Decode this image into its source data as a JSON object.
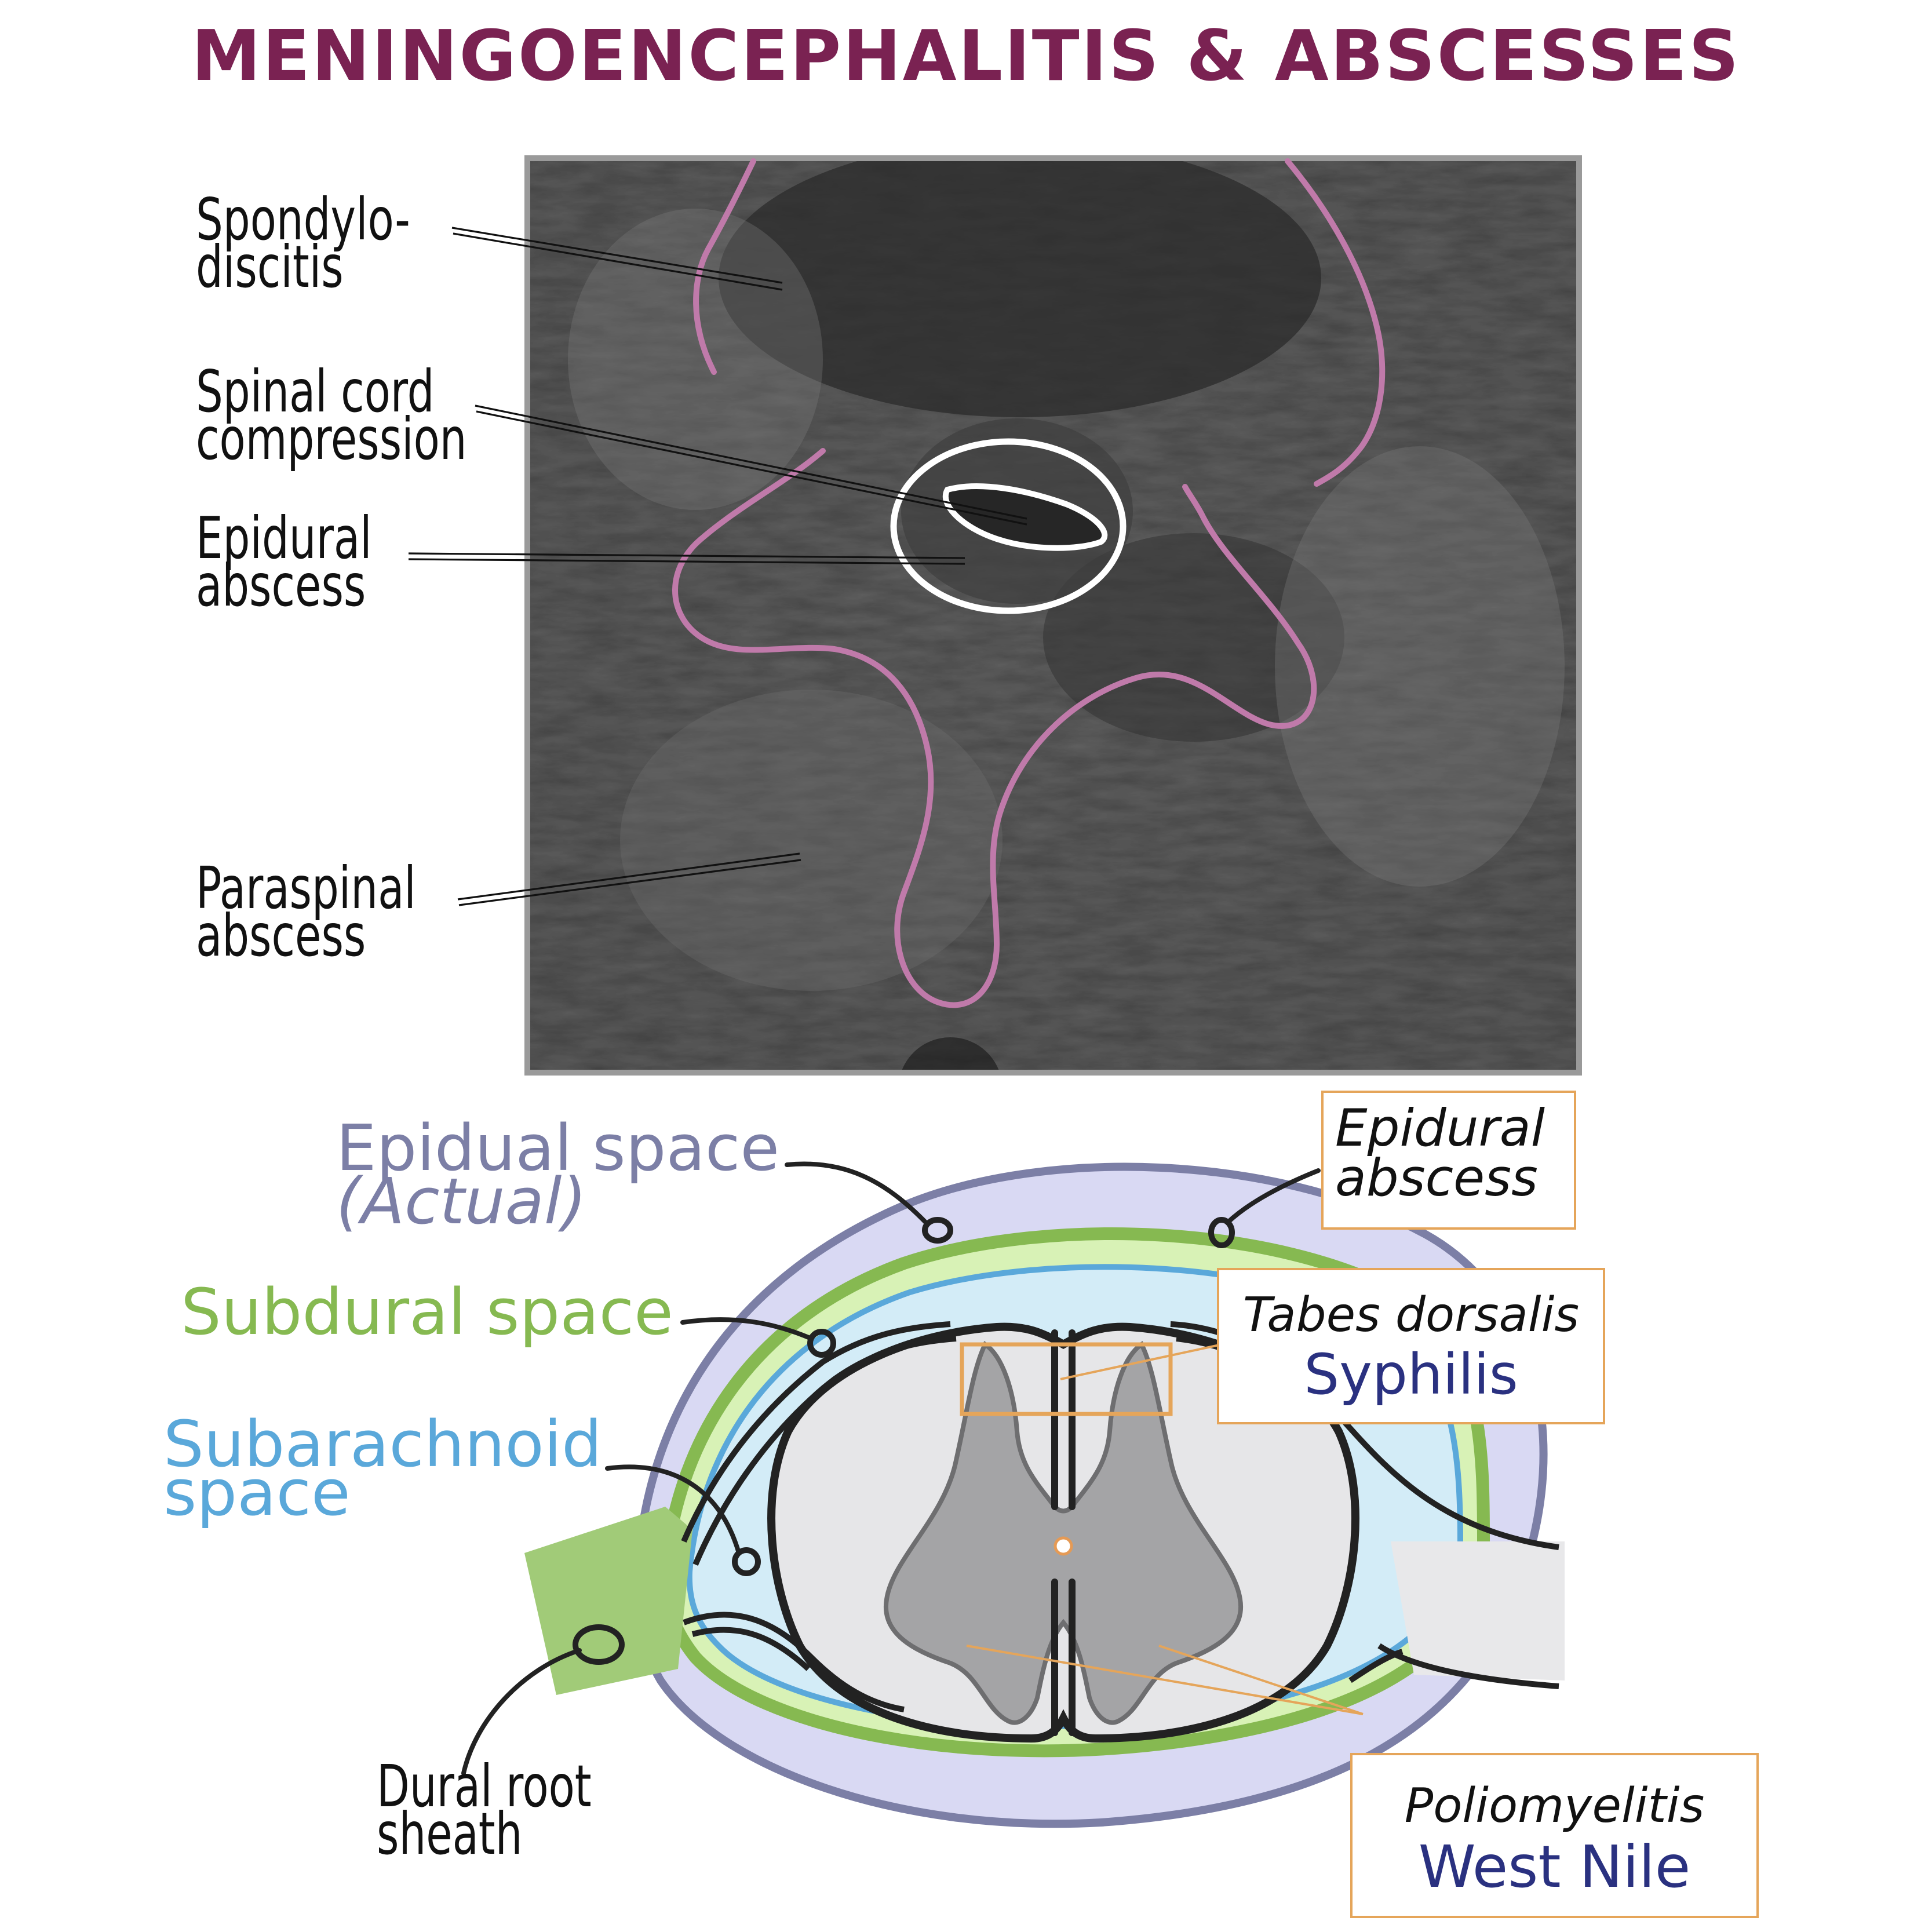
{
  "title": "MENINGOENCEPHALITIS & ABSCESSES",
  "colors": {
    "title": "#7a2252",
    "bone_outline": "#c07aaa",
    "epidural_label": "#7c7fa6",
    "subdural_label": "#86b951",
    "subarachnoid_label": "#5aa8da",
    "organism": "#2a3180",
    "box_border": "#e5a55a"
  },
  "mri_labels": {
    "spondylodiscitis": [
      "Spondylo-",
      "discitis"
    ],
    "cord_compression": [
      "Spinal cord",
      "compression"
    ],
    "epidural_abscess": [
      "Epidural",
      "abscess"
    ],
    "paraspinal_abscess": [
      "Paraspinal",
      "abscess"
    ]
  },
  "diagram_labels": {
    "epidural_space": "Epidual space",
    "epidural_space_note": "(Actual)",
    "subdural_space": "Subdural space",
    "subarachnoid_space": [
      "Subarachnoid",
      "space"
    ],
    "dural_root_sheath": [
      "Dural root",
      "sheath"
    ],
    "epidural_abscess_box": [
      "Epidural",
      "abscess"
    ],
    "tabes": {
      "condition": "Tabes dorsalis",
      "organism": "Syphilis"
    },
    "polio": {
      "condition": "Poliomyelitis",
      "organism": "West Nile"
    }
  }
}
